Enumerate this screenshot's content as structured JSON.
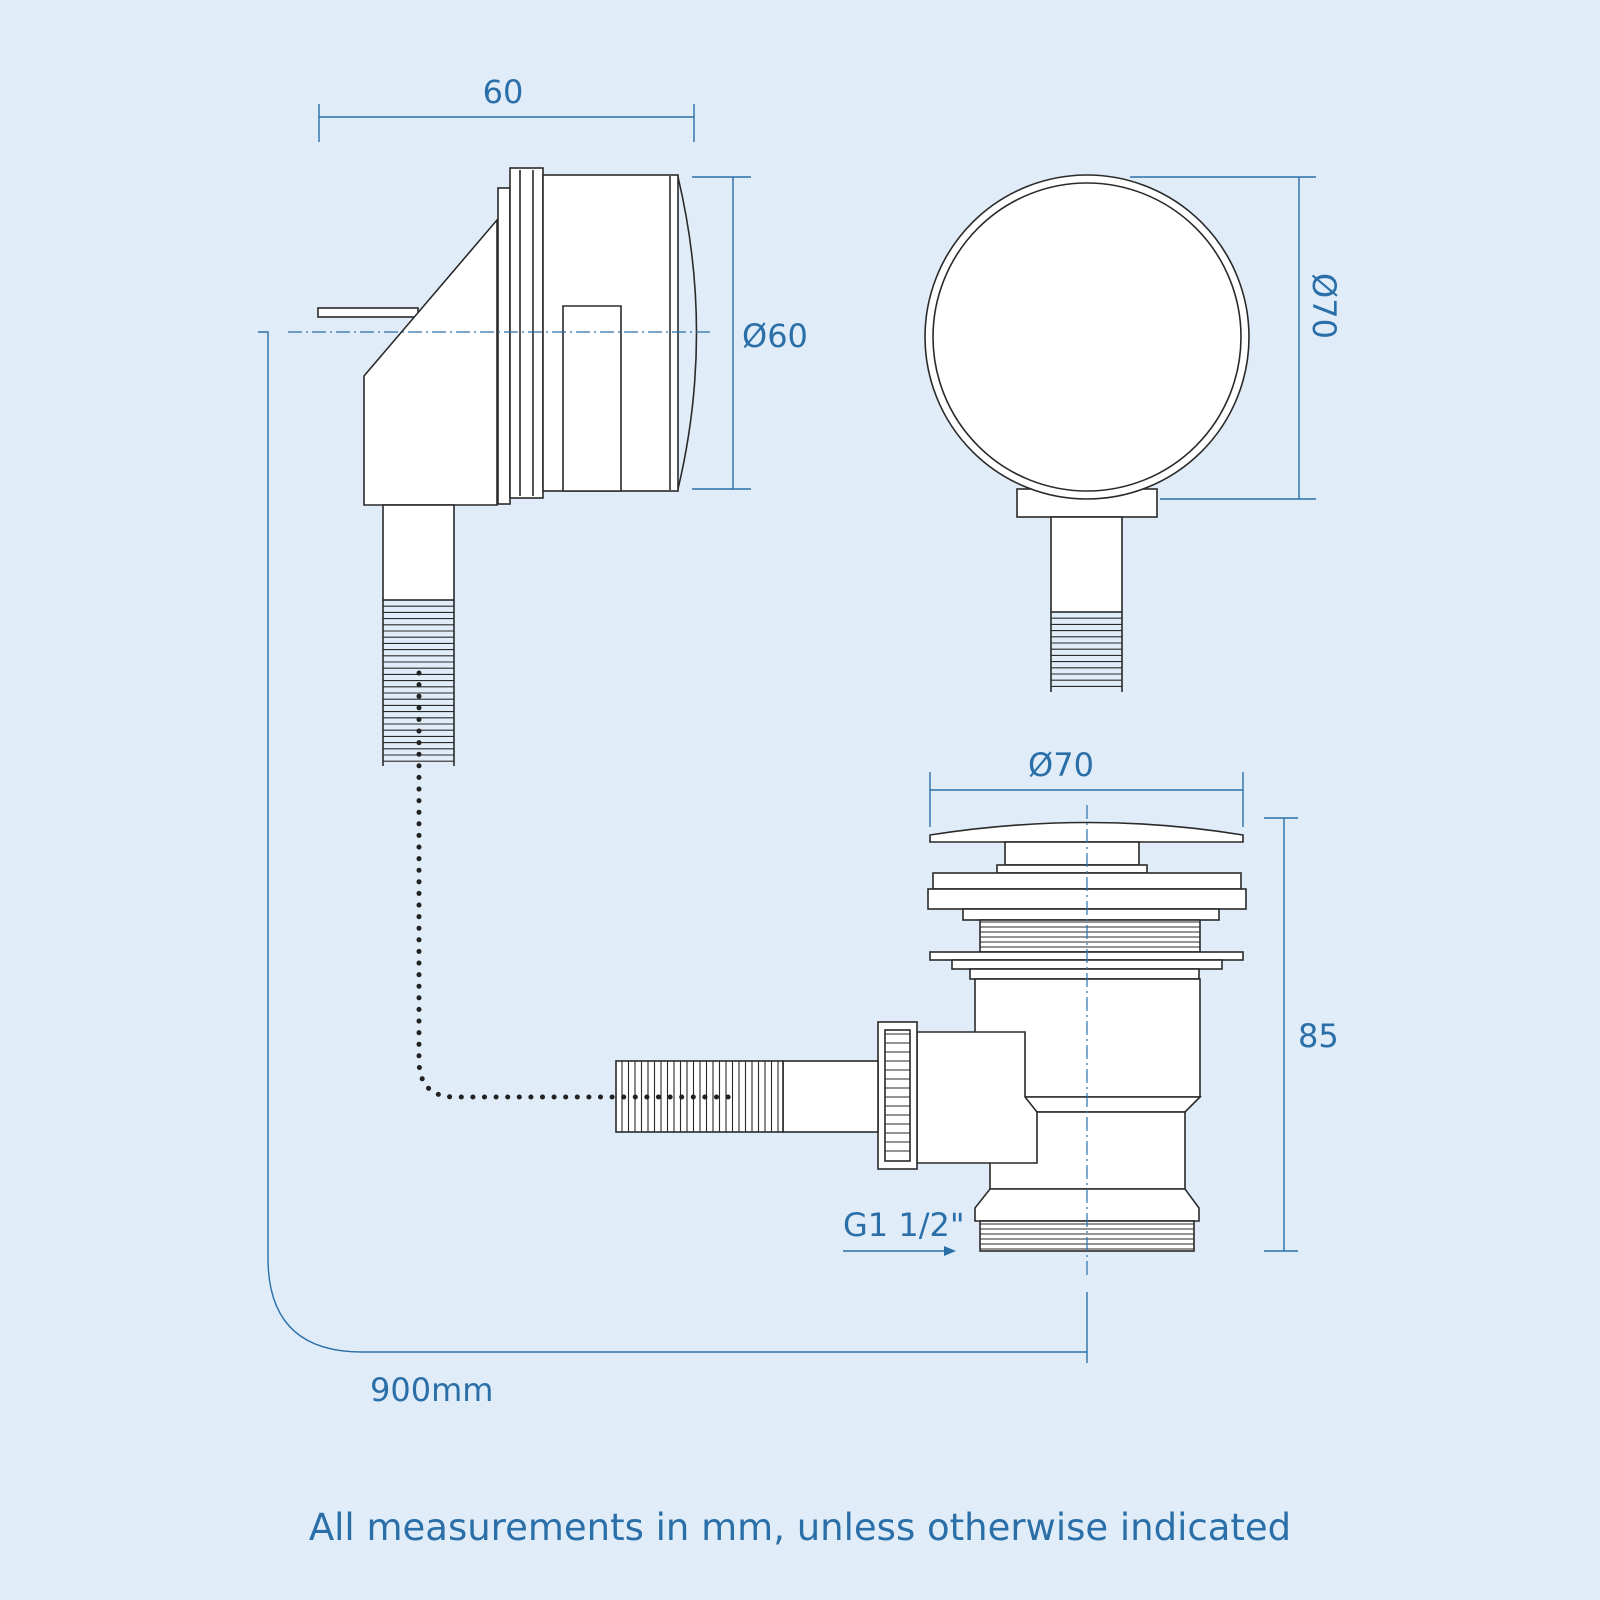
{
  "dimensions": {
    "overflow_width": "60",
    "overflow_diameter": "Ø60",
    "faceplate_diameter": "Ø70",
    "waste_diameter": "Ø70",
    "waste_height": "85",
    "thread_size": "G1 1/2\"",
    "cable_length": "900mm"
  },
  "caption": "All measurements in mm, unless otherwise indicated",
  "colors": {
    "background": "#e0edf9",
    "dimension_lines": "#2b6fa8",
    "outline": "#2a2a2a",
    "part_fill": "#ffffff"
  }
}
